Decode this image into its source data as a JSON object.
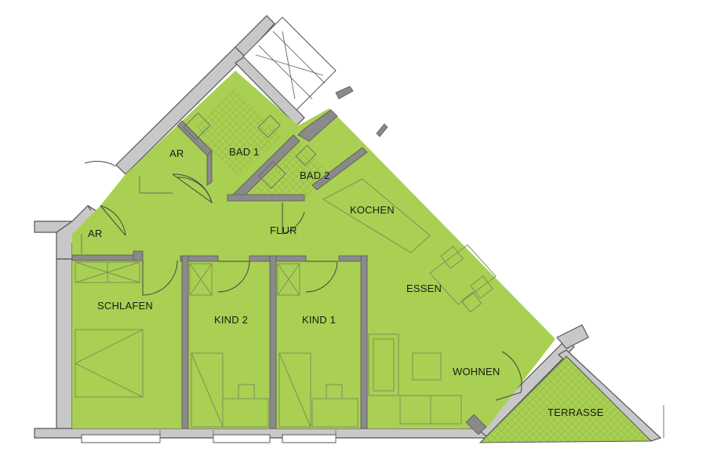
{
  "colors": {
    "floor": "#a9d052",
    "wall": "#c8c8c8",
    "inner_wall": "#8a8a8a",
    "outline": "#555555"
  },
  "rooms": {
    "ar_top": "AR",
    "bad1": "BAD 1",
    "bad2": "BAD 2",
    "ar_left": "AR",
    "flur": "FLUR",
    "kochen": "KOCHEN",
    "schlafen": "SCHLAFEN",
    "kind2": "KIND 2",
    "kind1": "KIND 1",
    "essen": "ESSEN",
    "wohnen": "WOHNEN",
    "terrasse": "TERRASSE"
  }
}
